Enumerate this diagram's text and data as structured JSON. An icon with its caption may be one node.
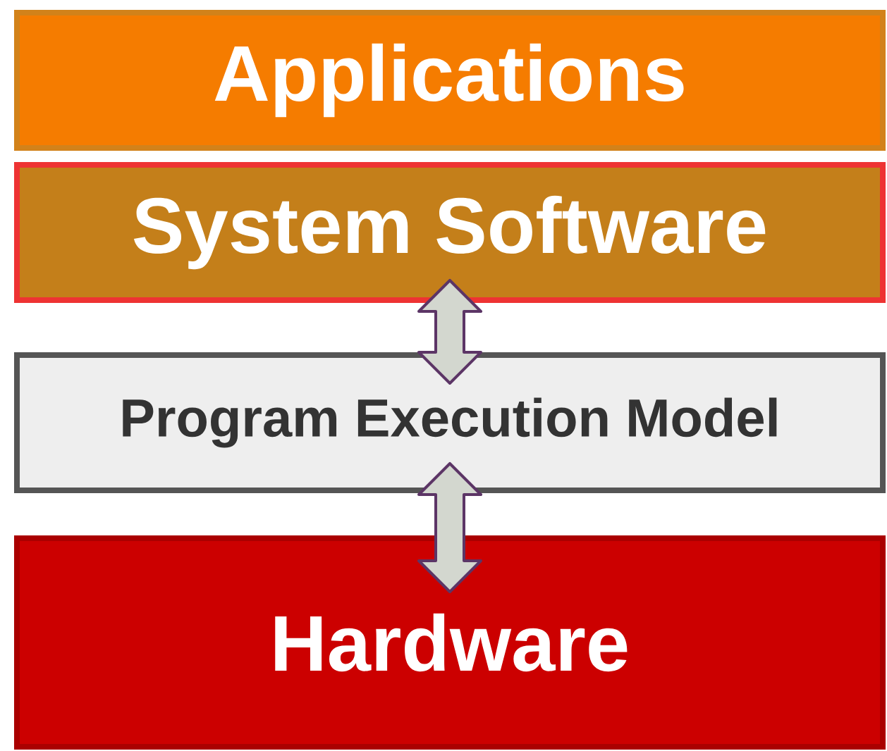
{
  "diagram": {
    "nodes": [
      {
        "text": [
          "Applications"
        ]
      },
      {
        "text": [
          "System Software"
        ]
      },
      {
        "text": [
          "Program Execution Model"
        ]
      },
      {
        "text": [
          "Hardware"
        ]
      }
    ],
    "edges": [
      {
        "from": 1,
        "to": 2,
        "arrow": "both"
      },
      {
        "from": 2,
        "to": 3,
        "arrow": "both"
      }
    ]
  }
}
